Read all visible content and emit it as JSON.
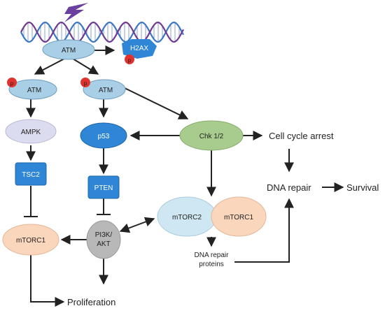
{
  "diagram": {
    "nodes": {
      "atm_top": "ATM",
      "h2ax": "H2AX",
      "phospho_badge": "p",
      "atm_left": "ATM",
      "atm_mid": "ATM",
      "ampk": "AMPK",
      "p53": "p53",
      "chk12": "Chk 1/2",
      "tsc2": "TSC2",
      "pten": "PTEN",
      "mtorc1_left": "mTORC1",
      "pi3k_akt_line1": "PI3K/",
      "pi3k_akt_line2": "AKT",
      "mtorc2": "mTORC2",
      "mtorc1_right": "mTORC1",
      "dna_repair_proteins_line1": "DNA repair",
      "dna_repair_proteins_line2": "proteins",
      "cell_cycle_arrest": "Cell cycle arrest",
      "dna_repair": "DNA repair",
      "survival": "Survival",
      "proliferation": "Proliferation"
    },
    "colors": {
      "light_blue": "#a9cfe6",
      "blue": "#2f86d6",
      "green": "#a7cc8e",
      "peach": "#fad6bd",
      "gray": "#b8b8b8",
      "lavender": "#dcdcf0",
      "red": "#e0322e",
      "lightning": "#6a3fa0",
      "dna_blue": "#3a78c4",
      "dna_purple": "#6f3a8f"
    },
    "icons": [
      "lightning-bolt-icon",
      "dna-helix-icon"
    ]
  }
}
